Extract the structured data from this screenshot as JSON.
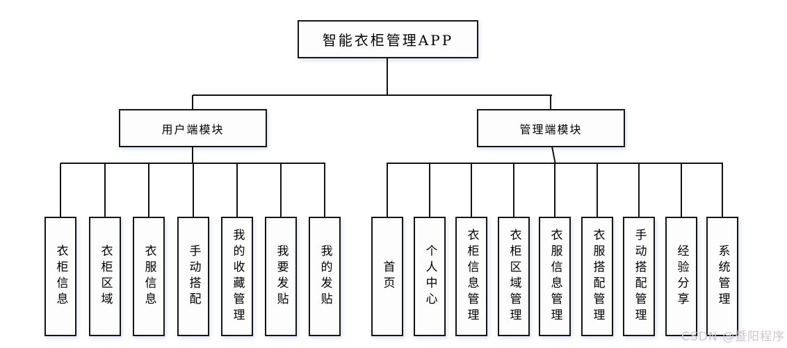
{
  "diagram": {
    "title": "智能衣柜管理APP",
    "root_label": "智能衣柜管理APP",
    "branches": [
      {
        "label": "用户端模块",
        "children": [
          "衣柜信息",
          "衣柜区域",
          "衣服信息",
          "手动搭配",
          "我的收藏管理",
          "我要发贴",
          "我的发贴"
        ]
      },
      {
        "label": "管理端模块",
        "children": [
          "首页",
          "个人中心",
          "衣柜信息管理",
          "衣柜区域管理",
          "衣服信息管理",
          "衣服搭配管理",
          "手动搭配管理",
          "经验分享",
          "系统管理"
        ]
      }
    ]
  },
  "watermark": {
    "text": "CSDN @暨阳程序",
    "color": "#d2c5cd"
  },
  "colors": {
    "background": "#ffffff",
    "box_border": "#141414",
    "line": "#111111",
    "text": "#000000"
  }
}
